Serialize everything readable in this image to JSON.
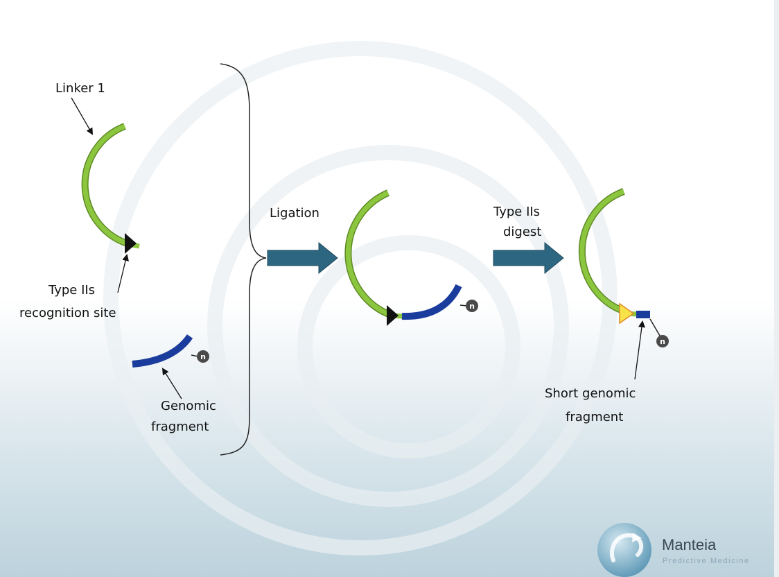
{
  "labels": {
    "linker": "Linker 1",
    "recognition_line1": "Type IIs",
    "recognition_line2": "recognition site",
    "genomic_line1": "Genomic",
    "genomic_line2": "fragment",
    "ligation": "Ligation",
    "digest_line1": "Type IIs",
    "digest_line2": "digest",
    "short_line1": "Short genomic",
    "short_line2": "fragment",
    "n_label": "n"
  },
  "logo": {
    "name": "Manteia",
    "tagline": "Predictive Medicine"
  },
  "colors": {
    "linker_green": "#8cc63f",
    "genomic_blue": "#1a3c9c",
    "arrow_teal": "#2d6680",
    "marker_black": "#111111",
    "cut_site_yellow": "#f7e24a",
    "n_circle": "#4a4a4a",
    "scrollbar": "#eceff1"
  },
  "icons": {
    "process_arrow": "right-block-arrow-icon",
    "recognition_marker": "triangle-marker-icon",
    "n_cap": "circle-n-icon",
    "logo_mark": "swirl-logo-icon"
  }
}
